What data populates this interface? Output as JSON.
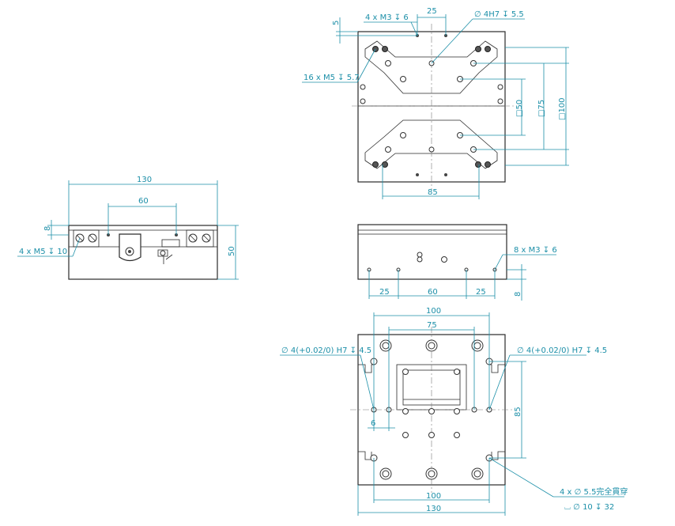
{
  "views": {
    "top": {
      "dims": {
        "d25": "25",
        "d5": "5",
        "d50": "□50",
        "d75": "□75",
        "d100": "□100",
        "d85": "85"
      },
      "callouts": {
        "m3": "4 x M3 ↧ 6",
        "h47": "∅ 4H7 ↧ 5.5",
        "m5": "16 x M5 ↧ 5.7"
      }
    },
    "left": {
      "dims": {
        "d130": "130",
        "d60": "60",
        "d8": "8",
        "d50": "50"
      },
      "callouts": {
        "m5": "4 x M5 ↧ 10"
      }
    },
    "front": {
      "dims": {
        "d25a": "25",
        "d60": "60",
        "d25b": "25",
        "d8": "8"
      },
      "callouts": {
        "m3": "8 x M3 ↧ 6"
      }
    },
    "bottom": {
      "dims": {
        "d100top": "100",
        "d75": "75",
        "d85": "85",
        "d6": "6",
        "d100bot": "100",
        "d130": "130"
      },
      "callouts": {
        "h4left": "∅ 4(+0.02/0) H7 ↧ 4.5",
        "h4right": "∅ 4(+0.02/0) H7 ↧ 4.5",
        "thru": "4 x ∅ 5.5完全貫穿",
        "cbore": "⌴ ∅ 10 ↧ 32"
      }
    }
  }
}
